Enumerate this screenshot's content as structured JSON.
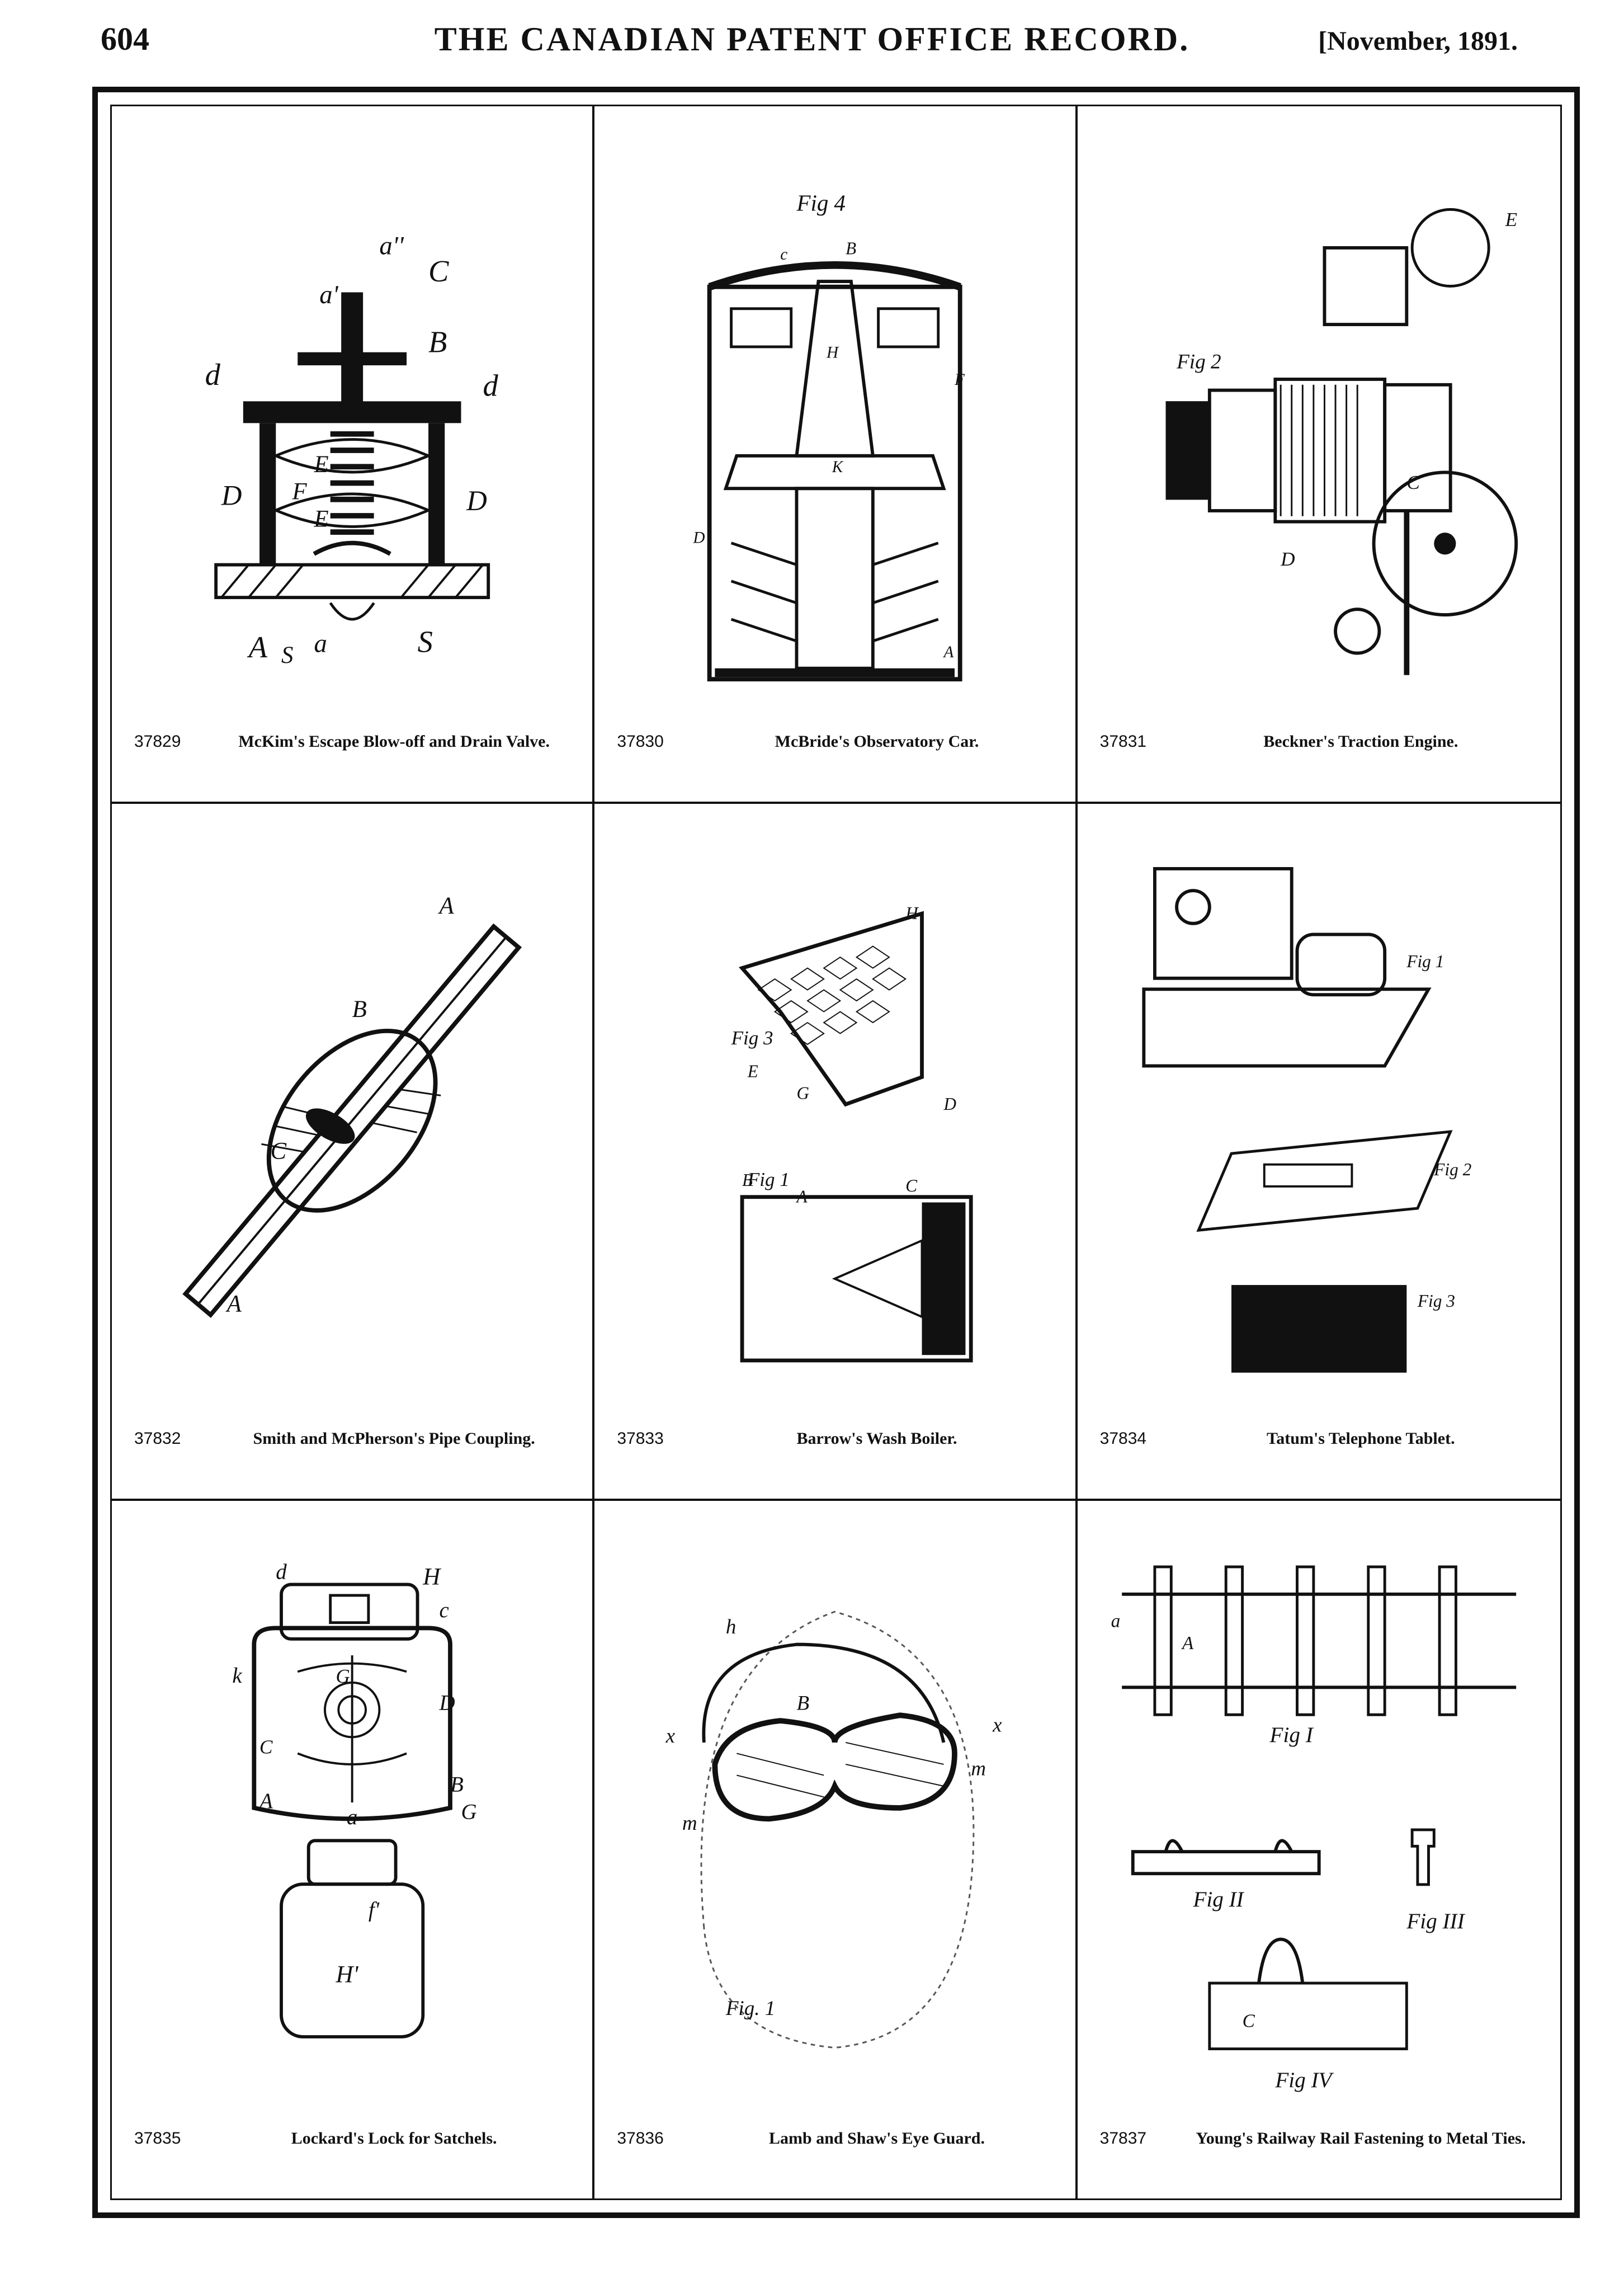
{
  "header": {
    "page_number": "604",
    "journal_title": "THE CANADIAN PATENT OFFICE RECORD.",
    "issue_date": "[November, 1891."
  },
  "patents": [
    {
      "number": "37829",
      "title": "McKim's Escape Blow-off and Drain Valve.",
      "labels": [
        "A",
        "S",
        "a",
        "S",
        "B",
        "C",
        "D",
        "D",
        "E",
        "E",
        "F",
        "d",
        "d",
        "a'",
        "a''"
      ]
    },
    {
      "number": "37830",
      "title": "McBride's Observatory Car.",
      "labels": [
        "Fig 4",
        "B",
        "c",
        "H",
        "K",
        "A",
        "D",
        "F"
      ]
    },
    {
      "number": "37831",
      "title": "Beckner's Traction Engine.",
      "labels": [
        "Fig 2",
        "E",
        "C",
        "D"
      ]
    },
    {
      "number": "37832",
      "title": "Smith and McPherson's Pipe Coupling.",
      "labels": [
        "A",
        "B",
        "C",
        "A"
      ]
    },
    {
      "number": "37833",
      "title": "Barrow's Wash Boiler.",
      "labels": [
        "Fig 3",
        "Fig 1",
        "A",
        "B",
        "C",
        "D",
        "E",
        "G",
        "H"
      ]
    },
    {
      "number": "37834",
      "title": "Tatum's Telephone Tablet.",
      "labels": [
        "Fig 1",
        "Fig 2",
        "Fig 3"
      ]
    },
    {
      "number": "37835",
      "title": "Lockard's Lock for Satchels.",
      "labels": [
        "H",
        "H'",
        "C",
        "G",
        "B",
        "A",
        "D",
        "f'",
        "a",
        "c",
        "d",
        "k"
      ]
    },
    {
      "number": "37836",
      "title": "Lamb and Shaw's Eye Guard.",
      "labels": [
        "B",
        "h",
        "x",
        "x",
        "m",
        "m",
        "Fig. 1"
      ]
    },
    {
      "number": "37837",
      "title": "Young's Railway Rail Fastening to Metal Ties.",
      "labels": [
        "Fig I",
        "Fig II",
        "Fig III",
        "Fig IV",
        "A",
        "a",
        "C"
      ]
    }
  ]
}
